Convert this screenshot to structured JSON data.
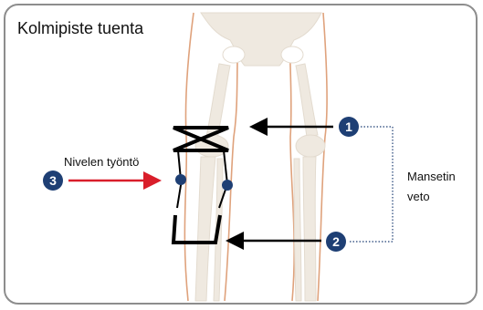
{
  "title": "Kolmipiste tuenta",
  "markers": {
    "m1": "1",
    "m2": "2",
    "m3": "3"
  },
  "labels": {
    "push": "Nivelen työntö",
    "pull_line1": "Mansetin",
    "pull_line2": "veto"
  },
  "colors": {
    "marker": "#1e3f74",
    "bone": "#efe9e0",
    "skin": "#dfa27c",
    "push_arrow": "#d91e2a",
    "arrows": "#000000",
    "bracket": "#1e3f74",
    "frame": "#8d8d8d"
  }
}
